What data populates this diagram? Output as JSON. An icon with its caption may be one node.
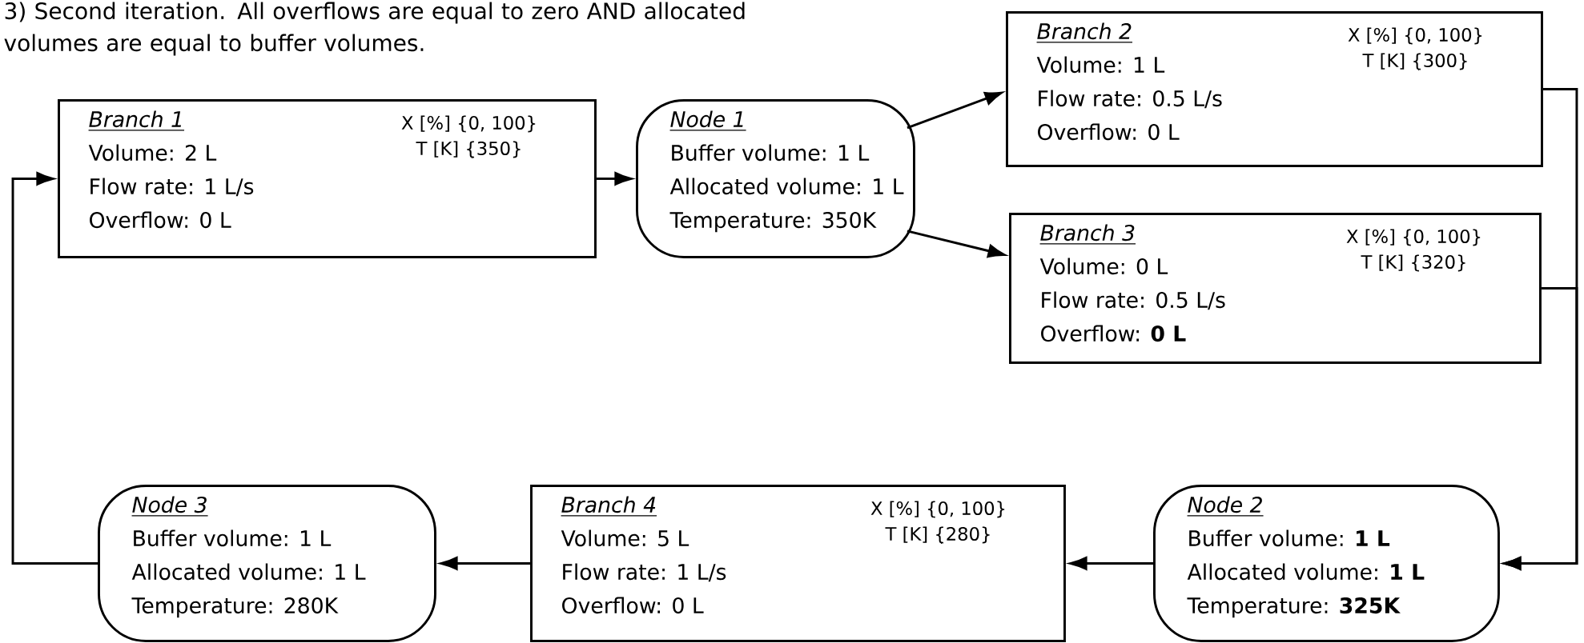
{
  "diagram": {
    "title": "3) Second iteration. All overflows are equal to zero AND allocated volumes are equal to buffer volumes.",
    "nodes": [
      {
        "text": [
          "Branch 1",
          "Volume: 2 L",
          "Flow rate: 1 L/s",
          "Overflow: 0 L",
          "X [%] {0, 100}",
          "T [K] {350}"
        ]
      },
      {
        "text": [
          "Node 1",
          "Buffer volume: 1 L",
          "Allocated volume: 1 L",
          "Temperature: 350K"
        ]
      },
      {
        "text": [
          "Branch 2",
          "Volume: 1 L",
          "Flow rate: 0.5 L/s",
          "Overflow: 0 L",
          "X [%] {0, 100}",
          "T [K] {300}"
        ]
      },
      {
        "text": [
          "Branch 3",
          "Volume: 0 L",
          "Flow rate: 0.5 L/s",
          "Overflow: **0 L**",
          "X [%] {0, 100}",
          "T [K] {320}"
        ]
      },
      {
        "text": [
          "Node 2",
          "Buffer volume: **1 L**",
          "Allocated volume: **1 L**",
          "Temperature: **325K**"
        ]
      },
      {
        "text": [
          "Branch 4",
          "Volume: 5 L",
          "Flow rate: 1 L/s",
          "Overflow: 0 L",
          "X [%] {0, 100}",
          "T [K] {280}"
        ]
      },
      {
        "text": [
          "Node 3",
          "Buffer volume: 1 L",
          "Allocated volume: 1 L",
          "Temperature: 280K"
        ]
      }
    ],
    "edges": [
      {
        "from": 0,
        "to": 1,
        "arrow": "to"
      },
      {
        "from": 1,
        "to": 2,
        "arrow": "to"
      },
      {
        "from": 1,
        "to": 3,
        "arrow": "to"
      },
      {
        "from": 2,
        "to": 4,
        "arrow": "to"
      },
      {
        "from": 3,
        "to": 4,
        "arrow": "to"
      },
      {
        "from": 4,
        "to": 5,
        "arrow": "to"
      },
      {
        "from": 5,
        "to": 6,
        "arrow": "to"
      },
      {
        "from": 6,
        "to": 0,
        "arrow": "to"
      }
    ]
  }
}
